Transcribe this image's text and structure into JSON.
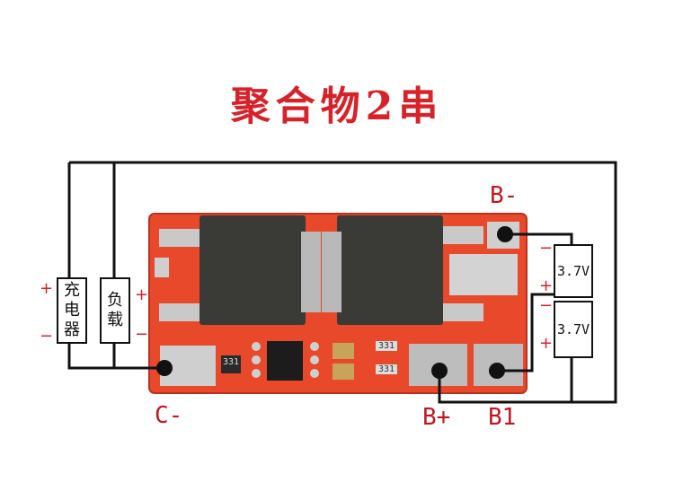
{
  "title": "聚合物2串",
  "terminals": {
    "b_minus": "B-",
    "c_minus": "C-",
    "b_plus": "B+",
    "b1": "B1"
  },
  "boxes": {
    "charger": "充电器",
    "load": "负载"
  },
  "batteries": {
    "top": "3.7V",
    "bottom": "3.7V"
  },
  "chips": {
    "r1": "331",
    "r2": "331",
    "r3": "331"
  },
  "signs": {
    "plus": "+",
    "minus": "−"
  },
  "colors": {
    "pcb": "#e8492a",
    "wire": "#111111",
    "label": "#c0171f",
    "title": "#d8222a"
  }
}
